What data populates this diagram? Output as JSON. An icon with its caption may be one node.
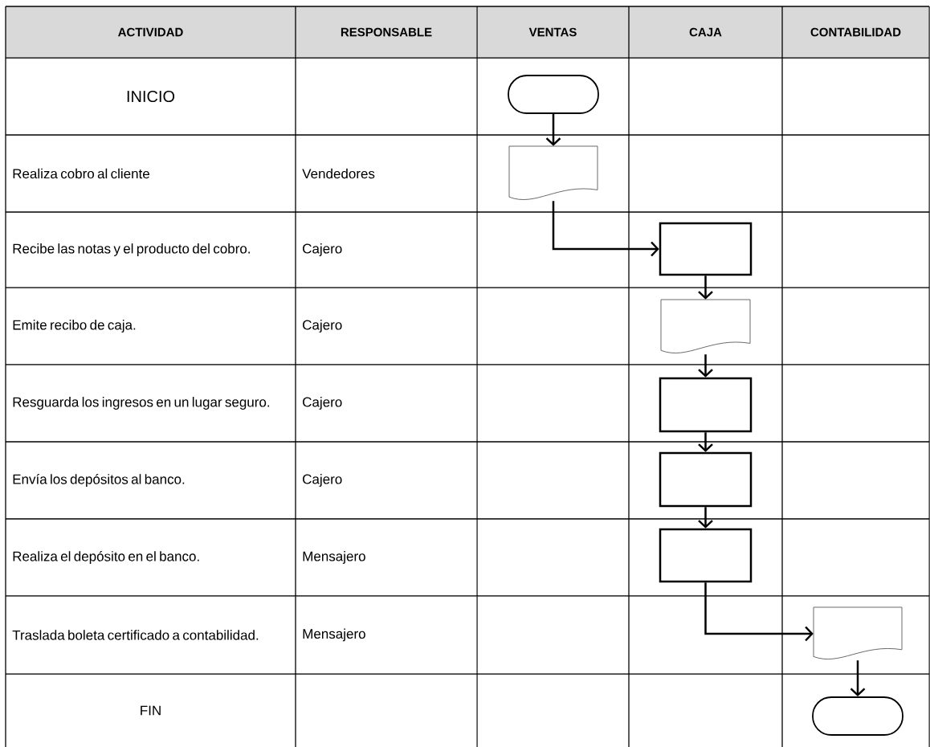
{
  "diagram": {
    "nodes": [
      {
        "text": [],
        "shape": "terminal"
      },
      {
        "text": [],
        "shape": "document"
      },
      {
        "text": [],
        "shape": "box"
      },
      {
        "text": [],
        "shape": "document"
      },
      {
        "text": [],
        "shape": "box"
      },
      {
        "text": [],
        "shape": "box"
      },
      {
        "text": [],
        "shape": "box"
      },
      {
        "text": [],
        "shape": "document"
      },
      {
        "text": [],
        "shape": "terminal"
      }
    ],
    "edges": [
      {
        "from": 0,
        "to": 1,
        "arrow": "to"
      },
      {
        "from": 1,
        "to": 2,
        "arrow": "to"
      },
      {
        "from": 2,
        "to": 3,
        "arrow": "to"
      },
      {
        "from": 3,
        "to": 4,
        "arrow": "to"
      },
      {
        "from": 4,
        "to": 5,
        "arrow": "to"
      },
      {
        "from": 5,
        "to": 6,
        "arrow": "to"
      },
      {
        "from": 6,
        "to": 7,
        "arrow": "to"
      },
      {
        "from": 7,
        "to": 8,
        "arrow": "to"
      }
    ],
    "labels": [
      "ACTIVIDAD",
      "RESPONSABLE",
      "VENTAS",
      "CAJA",
      "CONTABILIDAD",
      "INICIO",
      "Realiza cobro al cliente",
      "Vendedores",
      "Recibe las notas y el producto del cobro.",
      "Cajero",
      "Emite recibo de caja.",
      "Cajero",
      "Resguarda los ingresos en un lugar seguro.",
      "Cajero",
      "Envía los depósitos al banco.",
      "Cajero",
      "Realiza el depósito en el banco.",
      "Mensajero",
      "Traslada boleta certificado a contabilidad.",
      "Mensajero",
      "FIN"
    ]
  }
}
